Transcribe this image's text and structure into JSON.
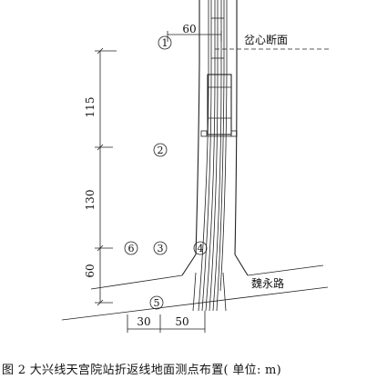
{
  "figure": {
    "caption": "图 2   大兴线天宫院站折返线地面测点布置( 单位: m)"
  },
  "labels": {
    "section": "岔心断面",
    "road": "魏永路"
  },
  "dimensions": {
    "top_horizontal": "60",
    "vertical_upper": "115",
    "vertical_middle": "130",
    "vertical_lower": "60",
    "bottom_left": "30",
    "bottom_right": "50"
  },
  "points": [
    "1",
    "2",
    "3",
    "4",
    "5",
    "6"
  ]
}
